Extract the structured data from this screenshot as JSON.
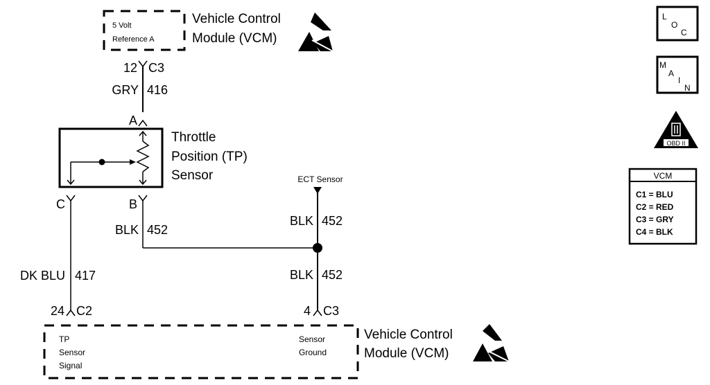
{
  "diagram": {
    "top_module": {
      "label_line1": "Vehicle Control",
      "label_line2": "Module (VCM)",
      "circuit_line1": "5 Volt",
      "circuit_line2": "Reference A",
      "esd_icon": "esd-warning-icon"
    },
    "wire_416": {
      "pin": "12",
      "connector": "C3",
      "color": "GRY",
      "circuit": "416"
    },
    "tp_sensor": {
      "label_line1": "Throttle",
      "label_line2": "Position (TP)",
      "label_line3": "Sensor",
      "terminal_a": "A",
      "terminal_b": "B",
      "terminal_c": "C"
    },
    "wire_452_tp": {
      "color": "BLK",
      "circuit": "452"
    },
    "ect": {
      "label": "ECT Sensor"
    },
    "wire_452_ect": {
      "color": "BLK",
      "circuit": "452"
    },
    "wire_452_vcm": {
      "color": "BLK",
      "circuit": "452",
      "pin": "4",
      "connector": "C3"
    },
    "wire_417": {
      "color": "DK BLU",
      "circuit": "417",
      "pin": "24",
      "connector": "C2"
    },
    "bottom_module": {
      "label_line1": "Vehicle Control",
      "label_line2": "Module (VCM)",
      "signal_line1": "TP",
      "signal_line2": "Sensor",
      "signal_line3": "Signal",
      "ground_line1": "Sensor",
      "ground_line2": "Ground",
      "esd_icon": "esd-warning-icon"
    },
    "side_icons": {
      "loc": [
        "L",
        "O",
        "C"
      ],
      "main": [
        "M",
        "A",
        "I",
        "N"
      ],
      "obd": {
        "numeral": "II",
        "label": "OBD II"
      }
    },
    "vcm_legend": {
      "title": "VCM",
      "rows": [
        "C1 = BLU",
        "C2 = RED",
        "C3 = GRY",
        "C4 = BLK"
      ]
    }
  }
}
